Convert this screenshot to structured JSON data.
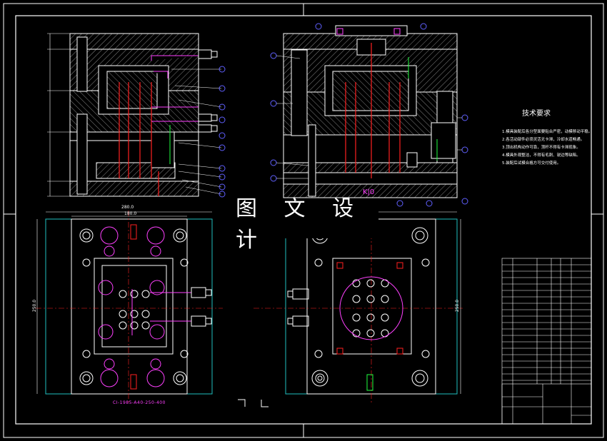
{
  "watermark": "图 文 设 计",
  "tech_requirements": {
    "title": "技术要求",
    "lines": [
      "1.模具装配后各分型面要贴合严密，动模移动平稳。",
      "2.各活动部件必须灵活无卡滞，冷却水道畅通。",
      "3.顶出机构动作可靠，顶杆不得有卡滞现象。",
      "4.模具外观整洁，不得有毛刺、锐边等缺陷。",
      "5.装配后试模合格方可交付使用。"
    ]
  },
  "part_number": "CI-1985-A40-250-400",
  "dimensions": {
    "width_outer": "280.0",
    "width_inner": "180.0",
    "height": "250.0",
    "height_right": "250.0"
  },
  "k_label": "K|0",
  "colors": {
    "line": "#ffffff",
    "hatch": "#c8c8c8",
    "red": "#ff2020",
    "magenta": "#ff40ff",
    "blue": "#6060ff",
    "green": "#20ff40",
    "cyan": "#20c0c0",
    "yellow": "#ffff40"
  }
}
